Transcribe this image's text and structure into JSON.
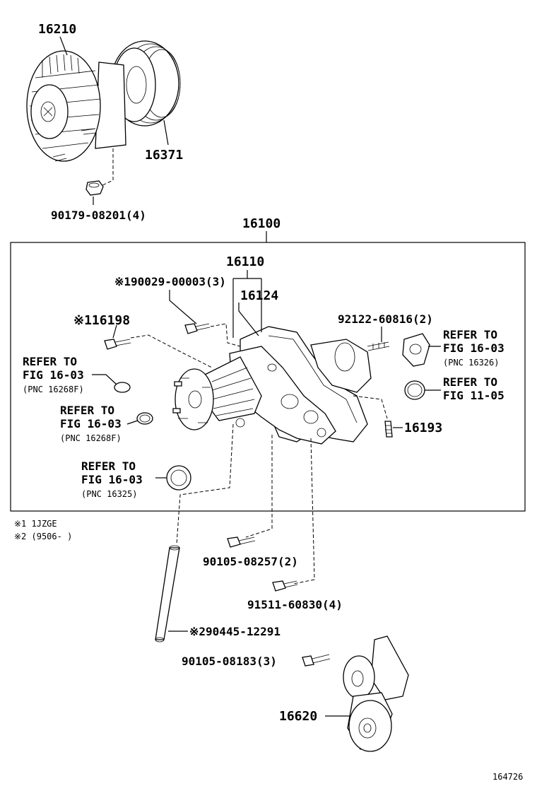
{
  "parts": {
    "p16210": "16210",
    "p16371": "16371",
    "p90179": "90179-08201(4)",
    "p16100": "16100",
    "p16110": "16110",
    "p90029": "※190029-00003(3)",
    "p16124": "16124",
    "p16198": "※116198",
    "p92122": "92122-60816(2)",
    "p16193": "16193",
    "p90105a": "90105-08257(2)",
    "p91511": "91511-60830(4)",
    "p90445": "※290445-12291",
    "p90105b": "90105-08183(3)",
    "p16620": "16620"
  },
  "refers": [
    {
      "l1": "REFER TO",
      "l2": "FIG 16-03",
      "l3": "(PNC 16268F)"
    },
    {
      "l1": "REFER TO",
      "l2": "FIG 16-03",
      "l3": "(PNC 16268F)"
    },
    {
      "l1": "REFER TO",
      "l2": "FIG 16-03",
      "l3": "(PNC 16325)"
    },
    {
      "l1": "REFER TO",
      "l2": "FIG 16-03",
      "l3": "(PNC 16326)"
    },
    {
      "l1": "REFER TO",
      "l2": "FIG 11-05"
    }
  ],
  "notes": {
    "n1": "※1 1JZGE",
    "n2": "※2 (9506-    )"
  },
  "figure_id": "164726"
}
